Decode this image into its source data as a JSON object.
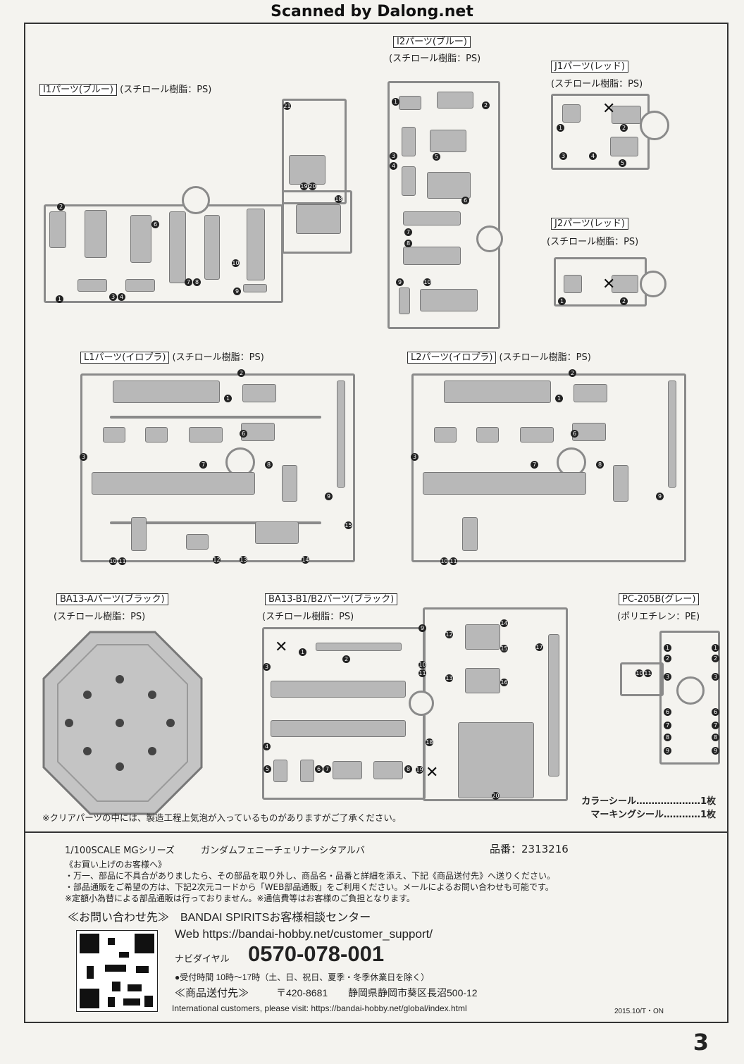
{
  "header": {
    "scanned_by": "Scanned by Dalong.net"
  },
  "runners": {
    "i1": {
      "code": "I1パーツ(ブルー)",
      "material": "(スチロール樹脂：PS)"
    },
    "i2": {
      "code": "I2パーツ(ブルー)",
      "material": "(スチロール樹脂：PS)"
    },
    "j1": {
      "code": "J1パーツ(レッド)",
      "material": "(スチロール樹脂：PS)"
    },
    "j2": {
      "code": "J2パーツ(レッド)",
      "material": "(スチロール樹脂：PS)"
    },
    "l1": {
      "code": "L1パーツ(イロプラ)",
      "material": "(スチロール樹脂：PS)"
    },
    "l2": {
      "code": "L2パーツ(イロプラ)",
      "material": "(スチロール樹脂：PS)"
    },
    "ba13a": {
      "code": "BA13-Aパーツ(ブラック)",
      "material": "(スチロール樹脂：PS)"
    },
    "ba13b": {
      "code": "BA13-B1/B2パーツ(ブラック)",
      "material": "(スチロール樹脂：PS)"
    },
    "pc205b": {
      "code": "PC-205B(グレー)",
      "material": "(ポリエチレン：PE)"
    }
  },
  "notes": {
    "clear_parts": "※クリアパーツの中には、製造工程上気泡が入っているものがありますがご了承ください。",
    "color_seal": "カラーシール…………………1枚",
    "marking_seal": "マーキングシール…………1枚"
  },
  "product": {
    "scale": "1/100SCALE MGシリーズ",
    "name": "ガンダムフェニーチェリナーシタアルバ",
    "code": "品番：2313216"
  },
  "customer": {
    "heading": "《お買い上げのお客様へ》",
    "line1": "・万一、部品に不具合がありましたら、その部品を取り外し、商品名・品番と詳細を添え、下記《商品送付先》へ送りください。",
    "line2": "・部品通販をご希望の方は、下記2次元コードから「WEB部品通販」をご利用ください。メールによるお問い合わせも可能です。",
    "line3": "※定額小為替による部品通販は行っておりません。※通信費等はお客様のご負担となります。",
    "contact_heading": "≪お問い合わせ先≫　BANDAI SPIRITSお客様相談センター",
    "web": "Web https://bandai-hobby.net/customer_support/",
    "navi_label": "ナビダイヤル",
    "phone": "0570-078-001",
    "hours": "●受付時間 10時～17時（土、日、祝日、夏季・冬季休業日を除く）",
    "send_heading": "≪商品送付先≫",
    "postal": "〒420-8681",
    "address": "静岡県静岡市葵区長沼500-12",
    "international": "International customers, please visit: https://bandai-hobby.net/global/index.html",
    "date_code": "2015.10/T・ON"
  },
  "page_number": "3"
}
